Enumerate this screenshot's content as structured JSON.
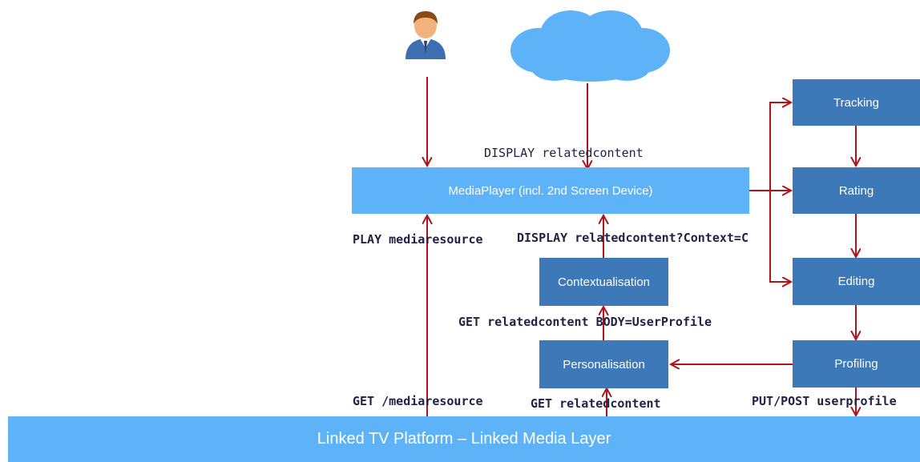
{
  "nodes": {
    "mediaplayer": "MediaPlayer (incl. 2nd Screen Device)",
    "contextualisation": "Contextualisation",
    "personalisation": "Personalisation",
    "tracking": "Tracking",
    "rating": "Rating",
    "editing": "Editing",
    "profiling": "Profiling",
    "platform": "Linked TV Platform – Linked Media Layer"
  },
  "labels": {
    "display_related": "DISPLAY relatedcontent",
    "play_media": "PLAY mediaresource",
    "display_context": "DISPLAY relatedcontent?Context=C",
    "get_related_body": "GET relatedcontent BODY=UserProfile",
    "get_media": "GET /mediaresource",
    "get_related": "GET relatedcontent",
    "put_post": "PUT/POST userprofile"
  },
  "icons": {
    "user": "user-avatar-icon",
    "cloud": "cloud-icon"
  },
  "colors": {
    "arrow": "#b0141a",
    "light_box": "#5eb3f8",
    "dark_box": "#3d78b8"
  }
}
